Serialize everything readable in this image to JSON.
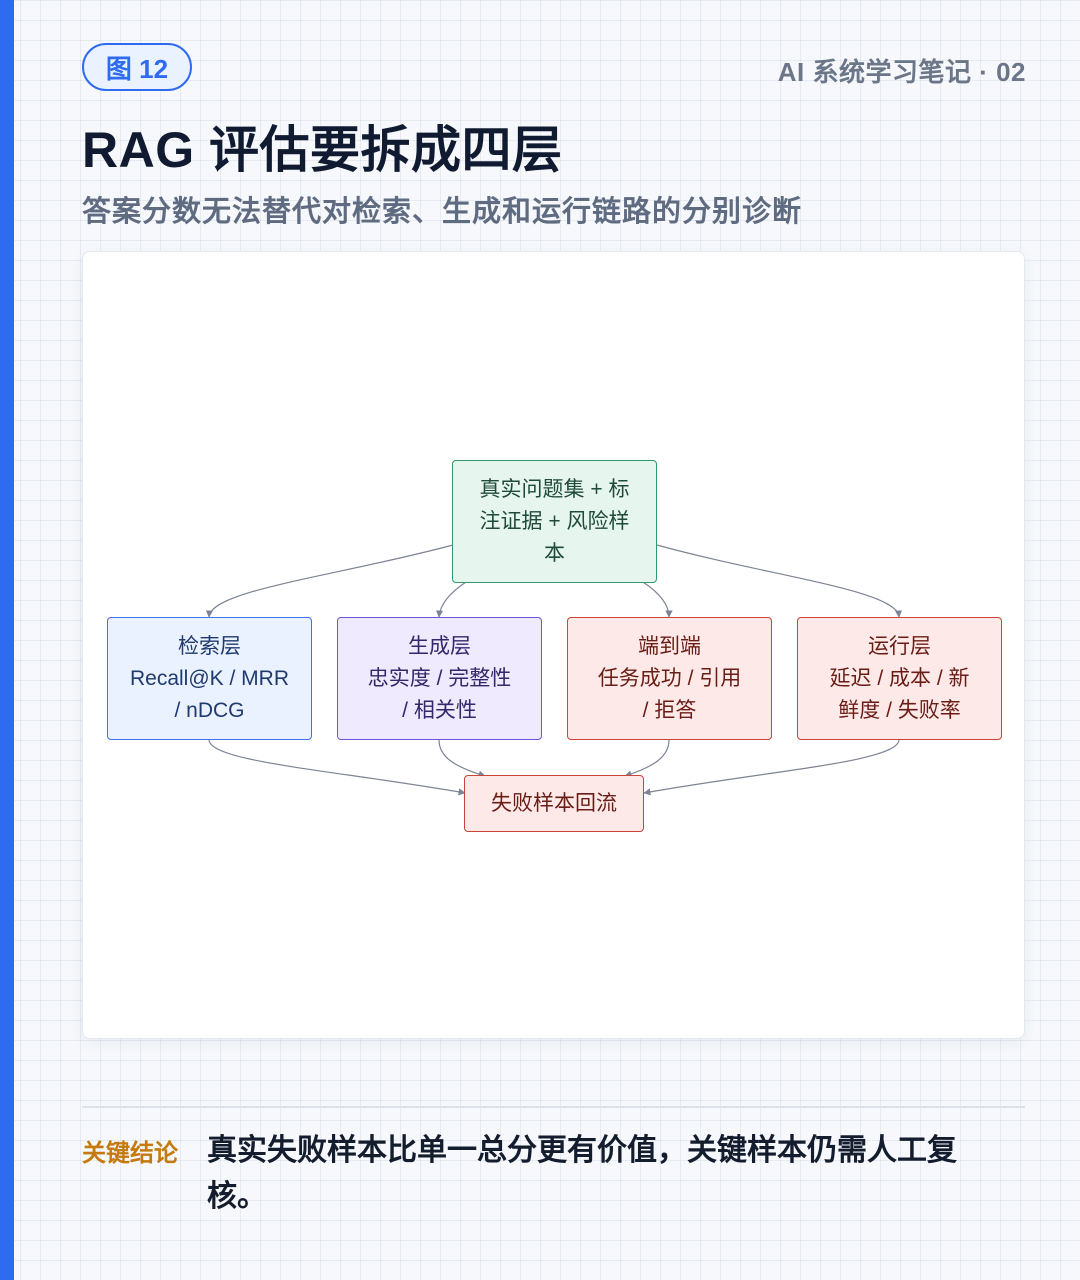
{
  "header": {
    "badge": "图 12",
    "series": "AI 系统学习笔记 · 02",
    "title": "RAG 评估要拆成四层",
    "subtitle": "答案分数无法替代对检索、生成和运行链路的分别诊断"
  },
  "diagram": {
    "nodes": {
      "source": [
        "真实问题集 + 标",
        "注证据 + 风险样",
        "本"
      ],
      "retrieval": [
        "检索层",
        "Recall@K / MRR",
        "/ nDCG"
      ],
      "generation": [
        "生成层",
        "忠实度 / 完整性",
        "/ 相关性"
      ],
      "e2e": [
        "端到端",
        "任务成功 / 引用",
        "/ 拒答"
      ],
      "runtime": [
        "运行层",
        "延迟 / 成本 / 新",
        "鲜度 / 失败率"
      ],
      "feedback": [
        "失败样本回流"
      ]
    },
    "edges": [
      [
        "source",
        "retrieval"
      ],
      [
        "source",
        "generation"
      ],
      [
        "source",
        "e2e"
      ],
      [
        "source",
        "runtime"
      ],
      [
        "retrieval",
        "feedback"
      ],
      [
        "generation",
        "feedback"
      ],
      [
        "e2e",
        "feedback"
      ],
      [
        "runtime",
        "feedback"
      ]
    ],
    "colors": {
      "edge": "#7b8494",
      "source": "#2e9a6e",
      "retrieval": "#3e74e8",
      "generation": "#6c55d9",
      "risk": "#c9453a"
    }
  },
  "conclusion": {
    "label": "关键结论",
    "text": "真实失败样本比单一总分更有价值，关键样本仍需人工复核。"
  }
}
